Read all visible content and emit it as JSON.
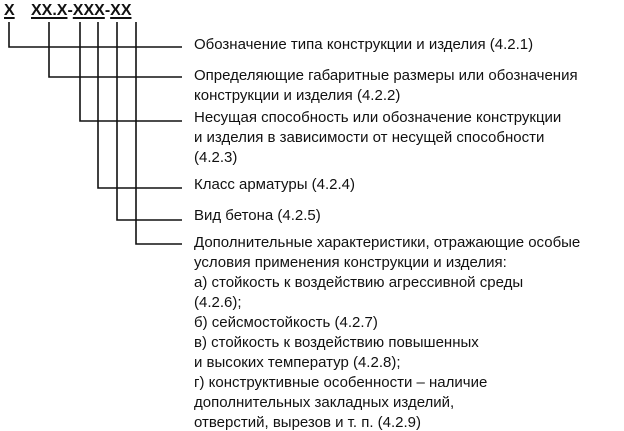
{
  "code": {
    "seg1": "Х",
    "seg2": "ХХ.Х",
    "sep1": "-",
    "seg3": "ХХХ",
    "sep2": "-",
    "seg4": "ХХ"
  },
  "items": [
    {
      "lines": [
        "Обозначение типа  конструкции и изделия (4.2.1)"
      ]
    },
    {
      "lines": [
        "Определяющие габаритные размеры или обозначения",
        "конструкции и изделия (4.2.2)"
      ]
    },
    {
      "lines": [
        "Несущая способность или обозначение конструкции",
        "и изделия в зависимости от несущей способности",
        "(4.2.3)"
      ]
    },
    {
      "lines": [
        "Класс арматуры (4.2.4)"
      ]
    },
    {
      "lines": [
        "Вид бетона (4.2.5)"
      ]
    },
    {
      "lines": [
        "Дополнительные характеристики, отражающие особые",
        "условия применения конструкции и изделия:",
        "а) стойкость к воздействию агрессивной среды",
        "(4.2.6);",
        "б) сейсмостойкость (4.2.7)",
        "в) стойкость к воздействию повышенных",
        "и высоких температур (4.2.8);",
        "г) конструктивные особенности – наличие",
        "дополнительных закладных изделий,",
        "отверстий, вырезов и т. п. (4.2.9)"
      ]
    }
  ]
}
